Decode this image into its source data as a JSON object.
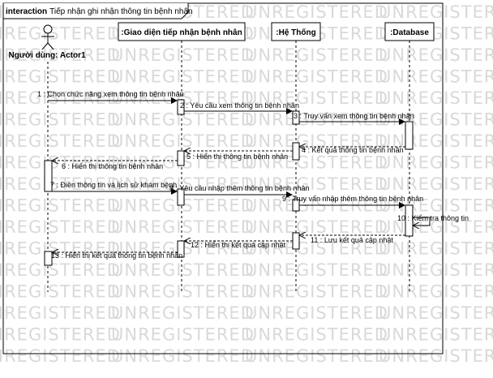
{
  "watermark": "UNREGISTERED",
  "frame": {
    "keyword": "interaction",
    "title": "Tiếp nhận ghi nhận thông tin bệnh nhân"
  },
  "actor": {
    "name": "Người dùng: Actor1"
  },
  "lifelines": [
    {
      "id": "ui",
      "title": ":Giao diện tiếp nhận bệnh nhân"
    },
    {
      "id": "sys",
      "title": ":Hệ Thống"
    },
    {
      "id": "db",
      "title": ":Database"
    }
  ],
  "messages": [
    {
      "label": "1 : Chọn chức năng xem thông tin bệnh nhân"
    },
    {
      "label": "2 : Yêu cầu xem thông tin bệnh nhân"
    },
    {
      "label": "3 : Truy vấn xem thông tin bệnh nhân"
    },
    {
      "label": "4 : Kết quả thông tin bệnh nhân"
    },
    {
      "label": "5 : Hiển thị thông tin bệnh nhân"
    },
    {
      "label": "6 : Hiển thị thông tin bệnh nhân"
    },
    {
      "label": "7 : Điền thông tin và lịch sử khám bệnh"
    },
    {
      "label": "8 : Yêu cầu nhập thêm thông tin bệnh nhân"
    },
    {
      "label": "9 : Truy vấn nhập thêm thông tin bệnh nhân"
    },
    {
      "label": "10 : Kiểm tra thông tin"
    },
    {
      "label": "11 : Lưu kết quả cập nhật"
    },
    {
      "label": "12 : Hiển thị kết quả cập nhật"
    },
    {
      "label": "13 : Hiển thị kết quả thông tin bệnh nhân"
    }
  ]
}
